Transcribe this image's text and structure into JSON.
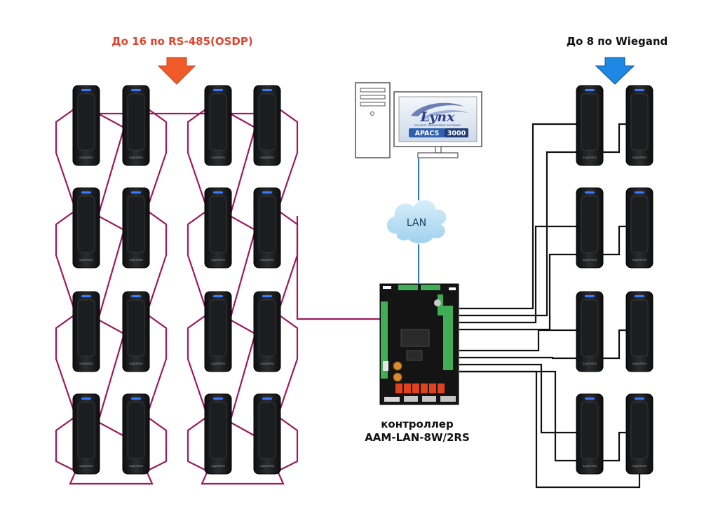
{
  "rs485_caption": "До 16 по RS-485(OSDP)",
  "wiegand_caption": "До 8 по Wiegand",
  "controller": {
    "line1": "контроллер",
    "line2": "AAM-LAN-8W/2RS"
  },
  "network_label": "LAN",
  "software": {
    "logo_text": "Lynx",
    "logo_subtitle": "SECURITY MANAGEMENT SOFTWARE",
    "product_left": "APACS",
    "product_right": "3000"
  },
  "reader_brand": "suprema",
  "colors": {
    "rs485_caption": "#e0432c",
    "rs485_arrow": "#f05a28",
    "wiegand_arrow": "#1e88e5",
    "rs485_wire": "#9c1a5e",
    "wiegand_wire": "#111111",
    "lan_wire": "#2a74c9",
    "cloud": "#bfe3f5",
    "reader": "#1b1d1f",
    "reader_led": "#3b7bff"
  }
}
